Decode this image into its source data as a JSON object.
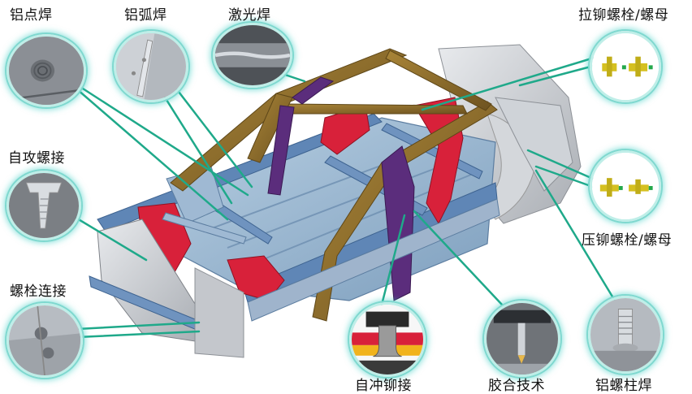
{
  "labels": {
    "spot_weld": "铝点焊",
    "arc_weld": "铝弧焊",
    "laser_weld": "激光焊",
    "pull_rivet_nut": "拉铆螺栓/螺母",
    "self_tapping_screw": "自攻螺接",
    "press_rivet_nut": "压铆螺栓/螺母",
    "bolt_joint": "螺栓连接",
    "self_piercing_rivet": "自冲铆接",
    "adhesive_bonding": "胶合技术",
    "stud_weld": "铝螺柱焊"
  },
  "colors": {
    "leader_line": "#1fa98a",
    "ring_glow": "#36c9bd",
    "floor_blue": "#8fb2cf",
    "rail_blue": "#5f86b6",
    "pillar_gold": "#8a6a28",
    "pillar_purple": "#5b2d7c",
    "reinforcement_red": "#d8213a",
    "frame_silver": "#c9ccd1"
  }
}
